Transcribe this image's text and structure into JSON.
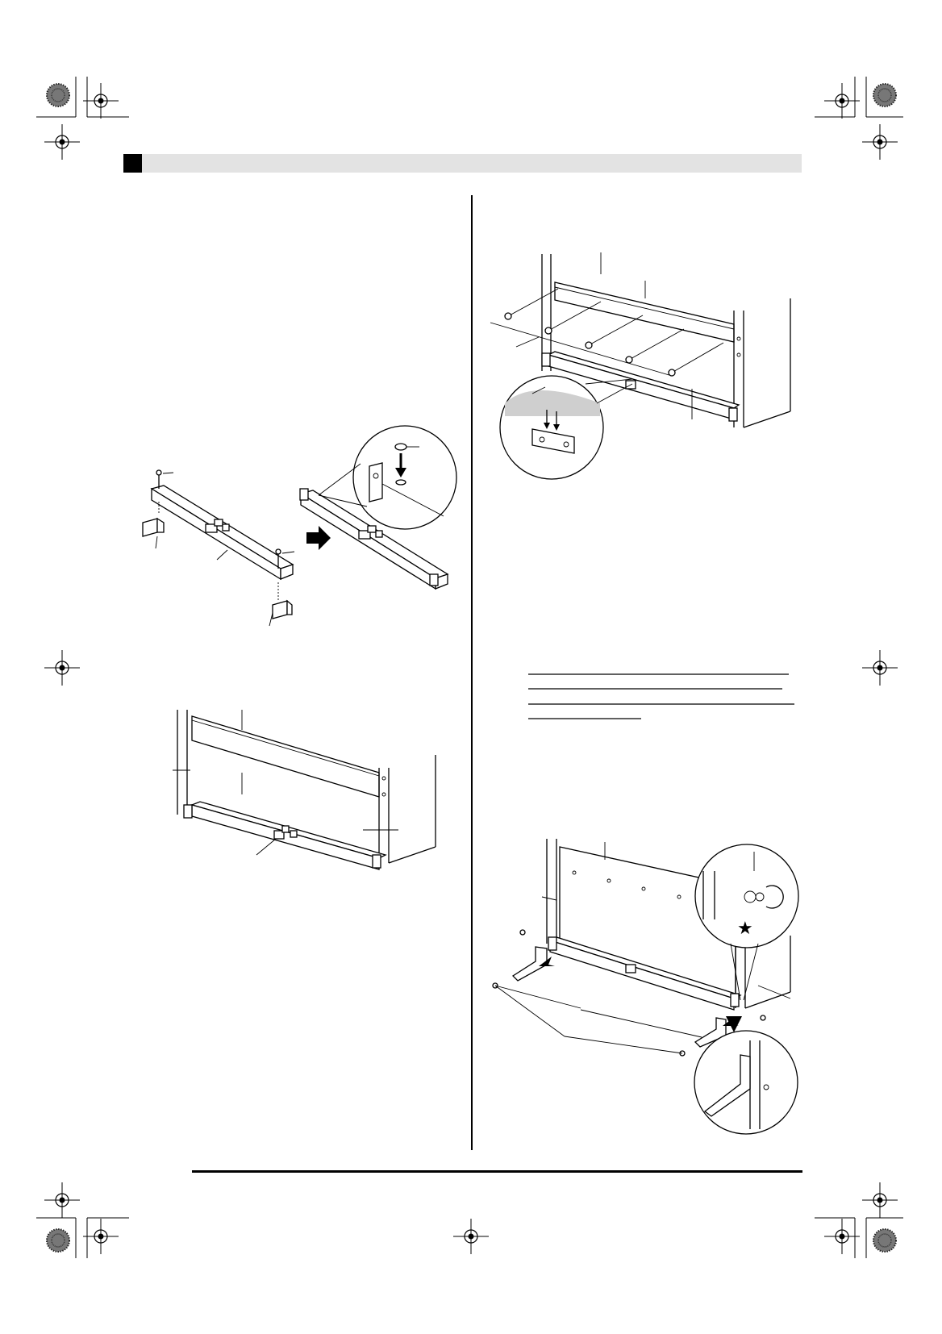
{
  "page": {
    "header_square_color": "#000000",
    "header_bar_color": "#e3e3e3"
  },
  "diagrams": {
    "crossbar_assembly": {
      "icon": "crossbar-with-brackets-illustration"
    },
    "crossbar_in_stand": {
      "icon": "stand-with-crossbar-illustration"
    },
    "back_panel": {
      "icon": "back-panel-screws-illustration"
    },
    "pedal_unit": {
      "icon": "pedal-installation-illustration"
    }
  },
  "marks": {
    "star": "★",
    "crop_marks": "registration-crosshair-icon"
  }
}
